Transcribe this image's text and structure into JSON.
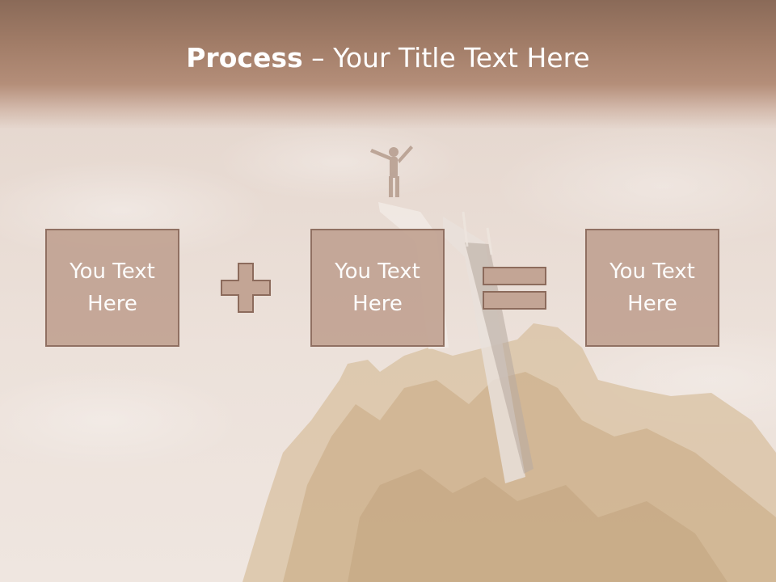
{
  "slide": {
    "title_bold": "Process",
    "title_rest": " – Your Title Text Here",
    "boxes": [
      {
        "text": "You Text Here"
      },
      {
        "text": "You Text Here"
      },
      {
        "text": "You Text Here"
      }
    ],
    "operators": [
      "plus-icon",
      "equals-icon"
    ],
    "colors": {
      "header": "#a27d68",
      "box_fill": "#c3a595",
      "box_border": "#8c6b5c",
      "text": "#ffffff"
    }
  }
}
